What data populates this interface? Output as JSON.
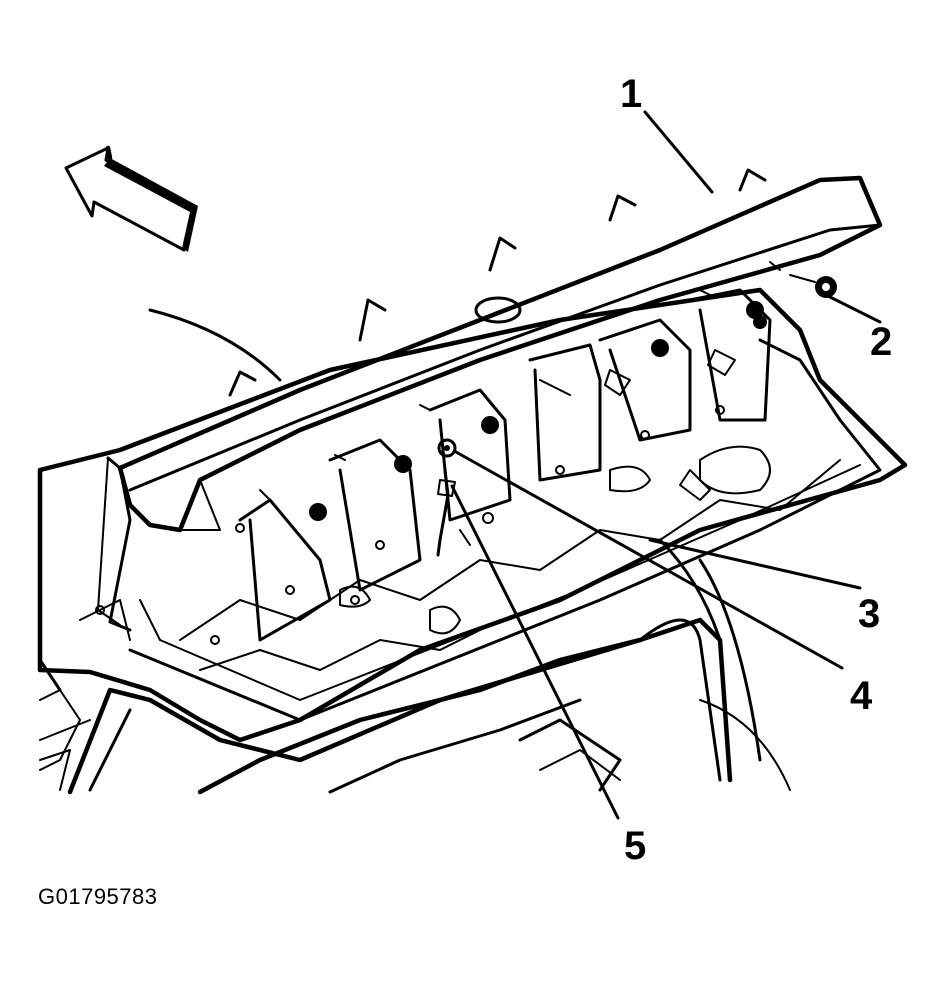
{
  "figure": {
    "id_label": "G01795783"
  },
  "callouts": [
    {
      "number": "1",
      "part": "spoiler"
    },
    {
      "number": "2",
      "part": "nut"
    },
    {
      "number": "3",
      "part": "rear-compartment-lid"
    },
    {
      "number": "4",
      "part": "retainer"
    },
    {
      "number": "5",
      "part": "harness-connector"
    }
  ],
  "icons": {
    "direction_arrow": "forward-arrow-icon"
  },
  "colors": {
    "ink": "#000000",
    "background": "#ffffff"
  }
}
